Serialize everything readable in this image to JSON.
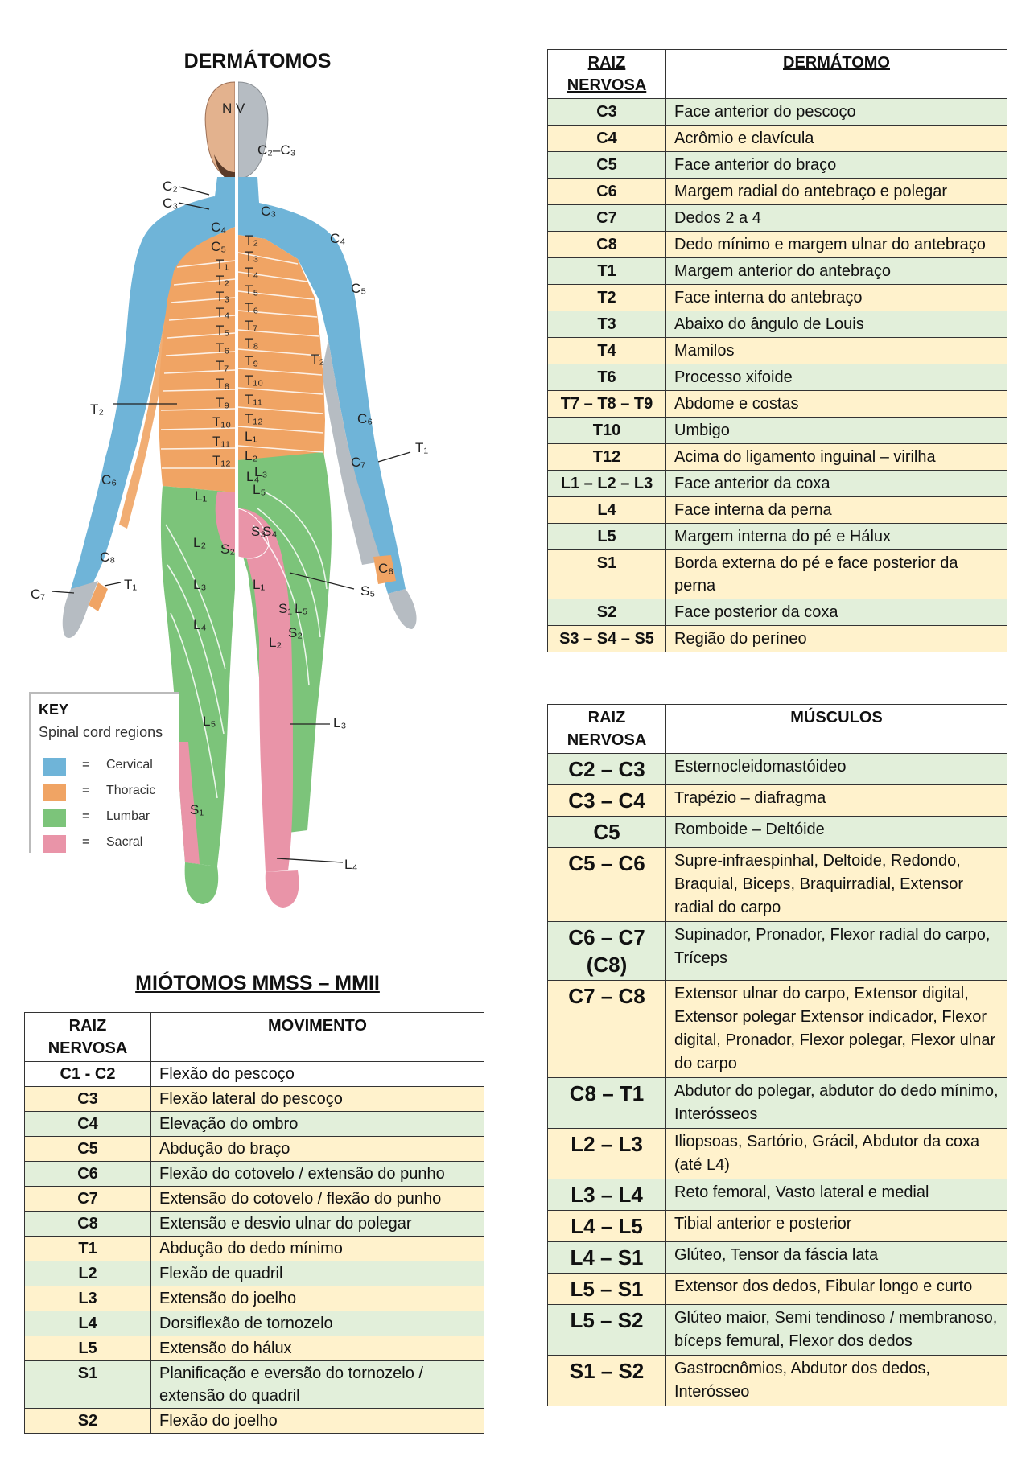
{
  "dermatomos_title": "DERMÁTOMOS",
  "figure": {
    "labels": {
      "nv": "N V",
      "c2c3_face": "C₂–C₃",
      "c2": "C₂",
      "c3": "C₃",
      "c4": "C₄",
      "c5": "C₅",
      "t1": "T₁",
      "t2": "T₂",
      "t3": "T₃",
      "t4": "T₄",
      "t5": "T₅",
      "t6": "T₆",
      "t7": "T₇",
      "t8": "T₈",
      "t9": "T₉",
      "t10": "T₁₀",
      "t11": "T₁₁",
      "t12": "T₁₂",
      "c6": "C₆",
      "c7": "C₇",
      "c8": "C₈",
      "l1": "L₁",
      "l2": "L₂",
      "l3": "L₃",
      "l4": "L₄",
      "l5": "L₅",
      "s1": "S₁",
      "s2": "S₂",
      "s3": "S₃",
      "s4": "S₄",
      "s5": "S₅"
    },
    "key": {
      "heading": "KEY",
      "subtitle": "Spinal cord regions",
      "eq": "=",
      "items": [
        {
          "label": "Cervical",
          "color": "#6fb4d8"
        },
        {
          "label": "Thoracic",
          "color": "#f0a464"
        },
        {
          "label": "Lumbar",
          "color": "#7cc47a"
        },
        {
          "label": "Sacral",
          "color": "#e994a8"
        }
      ]
    },
    "colors": {
      "cervical": "#6fb4d8",
      "thoracic": "#f0a464",
      "lumbar": "#7cc47a",
      "sacral": "#e994a8",
      "skin": "#e3b28e",
      "gray": "#b6bcc2"
    }
  },
  "dermatomo_table": {
    "header_root": [
      "RAIZ",
      "NERVOSA"
    ],
    "header_desc": "DERMÁTOMO",
    "rows": [
      {
        "root": "C3",
        "desc": "Face anterior do pescoço"
      },
      {
        "root": "C4",
        "desc": "Acrômio e clavícula"
      },
      {
        "root": "C5",
        "desc": "Face anterior do braço"
      },
      {
        "root": "C6",
        "desc": "Margem radial do antebraço e polegar"
      },
      {
        "root": "C7",
        "desc": "Dedos 2 a 4"
      },
      {
        "root": "C8",
        "desc": "Dedo mínimo e margem ulnar do antebraço"
      },
      {
        "root": "T1",
        "desc": "Margem anterior do antebraço"
      },
      {
        "root": "T2",
        "desc": "Face interna do antebraço"
      },
      {
        "root": "T3",
        "desc": "Abaixo do ângulo de Louis"
      },
      {
        "root": "T4",
        "desc": "Mamilos"
      },
      {
        "root": "T6",
        "desc": "Processo xifoide"
      },
      {
        "root": "T7 – T8 – T9",
        "desc": "Abdome e costas"
      },
      {
        "root": "T10",
        "desc": "Umbigo"
      },
      {
        "root": "T12",
        "desc": "Acima do ligamento inguinal – virilha"
      },
      {
        "root": "L1 – L2 – L3",
        "desc": "Face anterior da coxa"
      },
      {
        "root": "L4",
        "desc": "Face interna da perna"
      },
      {
        "root": "L5",
        "desc": "Margem interna do pé e Hálux"
      },
      {
        "root": "S1",
        "desc": "Borda externa do pé e face posterior da perna"
      },
      {
        "root": "S2",
        "desc": "Face posterior da coxa"
      },
      {
        "root": "S3 – S4 – S5",
        "desc": "Região do períneo"
      }
    ]
  },
  "musculos_table": {
    "header_root": [
      "RAIZ",
      "NERVOSA"
    ],
    "header_desc": "MÚSCULOS",
    "rows": [
      {
        "root": "C2 – C3",
        "desc": "Esternocleidomastóideo"
      },
      {
        "root": "C3 – C4",
        "desc": "Trapézio – diafragma"
      },
      {
        "root": "C5",
        "desc": "Romboide – Deltóide"
      },
      {
        "root": "C5 – C6",
        "desc": "Supre-infraespinhal, Deltoide, Redondo, Braquial, Biceps, Braquirradial, Extensor radial do carpo"
      },
      {
        "root": "C6 – C7 (C8)",
        "desc": "Supinador, Pronador, Flexor radial do carpo, Tríceps"
      },
      {
        "root": "C7 – C8",
        "desc": "Extensor ulnar do carpo, Extensor digital, Extensor polegar Extensor indicador, Flexor digital, Pronador, Flexor polegar, Flexor ulnar do carpo"
      },
      {
        "root": "C8 – T1",
        "desc": "Abdutor do polegar, abdutor do dedo mínimo, Interósseos"
      },
      {
        "root": "L2 – L3",
        "desc": "Iliopsoas, Sartório, Grácil, Abdutor da coxa (até L4)"
      },
      {
        "root": "L3 – L4",
        "desc": "Reto femoral, Vasto lateral e medial"
      },
      {
        "root": "L4 – L5",
        "desc": "Tibial anterior e posterior"
      },
      {
        "root": "L4 – S1",
        "desc": "Glúteo, Tensor da fáscia lata"
      },
      {
        "root": "L5 – S1",
        "desc": "Extensor dos dedos, Fibular longo e curto"
      },
      {
        "root": "L5 – S2",
        "desc": "Glúteo maior, Semi tendinoso / membranoso, bíceps femural, Flexor dos dedos"
      },
      {
        "root": "S1 – S2",
        "desc": "Gastrocnômios, Abdutor dos dedos, Interósseo"
      }
    ]
  },
  "miotomos_title": "MIÓTOMOS MMSS – MMII",
  "movimento_table": {
    "header_root": [
      "RAIZ",
      "NERVOSA"
    ],
    "header_desc": "MOVIMENTO",
    "rows": [
      {
        "root": "C1 - C2",
        "desc": "Flexão do pescoço"
      },
      {
        "root": "C3",
        "desc": "Flexão lateral do pescoço"
      },
      {
        "root": "C4",
        "desc": "Elevação do ombro"
      },
      {
        "root": "C5",
        "desc": "Abdução do braço"
      },
      {
        "root": "C6",
        "desc": "Flexão do cotovelo / extensão do punho"
      },
      {
        "root": "C7",
        "desc": "Extensão do cotovelo / flexão do punho"
      },
      {
        "root": "C8",
        "desc": "Extensão e desvio ulnar do polegar"
      },
      {
        "root": "T1",
        "desc": "Abdução do dedo mínimo"
      },
      {
        "root": "L2",
        "desc": "Flexão de quadril"
      },
      {
        "root": "L3",
        "desc": "Extensão do joelho"
      },
      {
        "root": "L4",
        "desc": "Dorsiflexão de tornozelo"
      },
      {
        "root": "L5",
        "desc": "Extensão do hálux"
      },
      {
        "root": "S1",
        "desc": "Planificação e eversão do tornozelo / extensão do quadril"
      },
      {
        "root": "S2",
        "desc": "Flexão do joelho"
      }
    ]
  }
}
